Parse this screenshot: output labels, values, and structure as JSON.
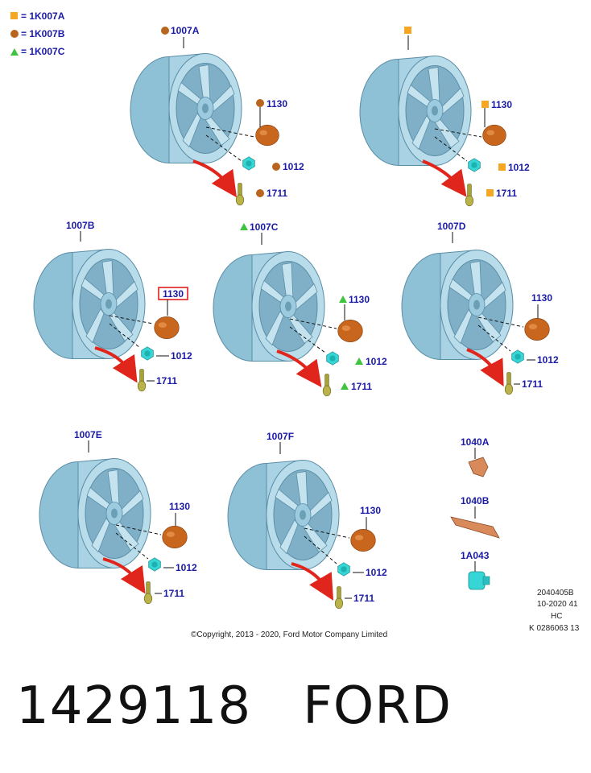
{
  "legend": [
    {
      "label": "= 1K007A",
      "shape": "square",
      "color": "#f5a623"
    },
    {
      "label": "= 1K007B",
      "shape": "circle",
      "color": "#b8651f"
    },
    {
      "label": "= 1K007C",
      "shape": "triangle",
      "color": "#3ec43e"
    }
  ],
  "callouts": {
    "w1_rim": "1007A",
    "w1_cap": "1130",
    "w1_nut": "1012",
    "w1_valve": "1711",
    "w2_cap": "1130",
    "w2_nut": "1012",
    "w2_valve": "1711",
    "w3_rim": "1007B",
    "w3_cap": "1130",
    "w3_nut": "1012",
    "w3_valve": "1711",
    "w4_rim": "1007C",
    "w4_cap": "1130",
    "w4_nut": "1012",
    "w4_valve": "1711",
    "w5_rim": "1007D",
    "w5_cap": "1130",
    "w5_nut": "1012",
    "w5_valve": "1711",
    "w6_rim": "1007E",
    "w6_cap": "1130",
    "w6_nut": "1012",
    "w6_valve": "1711",
    "w7_rim": "1007F",
    "w7_cap": "1130",
    "w7_nut": "1012",
    "w7_valve": "1711",
    "p_1040a": "1040A",
    "p_1040b": "1040B",
    "p_1a043": "1A043"
  },
  "meta": {
    "line1": "2040405B",
    "line2": "10-2020 41",
    "line3": "HC",
    "line4": "K 0286063 13"
  },
  "copyright": "©Copyright, 2013 - 2020, Ford Motor Company Limited",
  "part_number": "1429118",
  "brand": "FORD",
  "colors": {
    "rim": "#a9d2e4",
    "rim_dark": "#7fb0c8",
    "cap": "#c9661e",
    "nut": "#36d6d6",
    "valve": "#a8a23a",
    "arrow": "#e0261c",
    "label": "#1a1aa6"
  }
}
